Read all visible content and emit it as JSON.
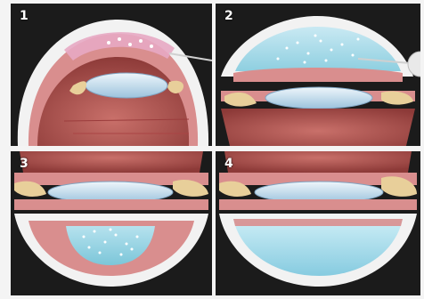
{
  "panels": [
    {
      "label": "1"
    },
    {
      "label": "2"
    },
    {
      "label": "3"
    },
    {
      "label": "4"
    }
  ],
  "colors": {
    "background": "#1b1b1b",
    "sclera": "#ffffff",
    "vitreous": "#b85a55",
    "lens": "#cfe4f2",
    "implant": "#aee0ec",
    "tissue": "#e8cf9a",
    "sheath": "#d98e8e"
  }
}
